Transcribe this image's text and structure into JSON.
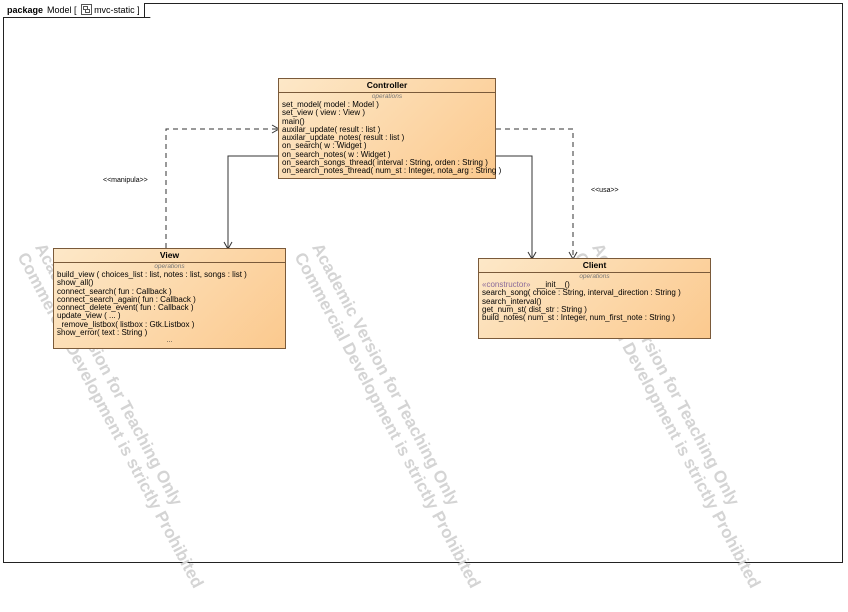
{
  "package": {
    "keyword": "package",
    "name": "Model",
    "diagram_type_icon": "diagram-icon",
    "diagram_name": "mvc-static"
  },
  "watermark": {
    "line1": "Academic Version for Teaching Only",
    "line2": "Commercial Development is strictly Prohibited"
  },
  "section_label": "operations",
  "classes": {
    "controller": {
      "name": "Controller",
      "ops": [
        {
          "n": "set_model( model : Model )"
        },
        {
          "n": "set_view ( view  : View  )"
        },
        {
          "n": "main()"
        },
        {
          "n": "auxilar_update( result : list )"
        },
        {
          "n": "auxilar_update_notes( result : list )"
        },
        {
          "n": "on_search( w : Widget )"
        },
        {
          "n": "on_search_notes( w : Widget )"
        },
        {
          "n": "on_search_songs_thread( interval : String, orden : String )"
        },
        {
          "n": " on_search_notes_thread( num_st : Integer, nota_arg : String )"
        }
      ]
    },
    "view": {
      "name": "View",
      "ops": [
        {
          "n": "build_view ( choices_list : list, notes : list, songs : list )"
        },
        {
          "n": "show_all()"
        },
        {
          "n": "connect_search( fun : Callback )"
        },
        {
          "n": "connect_search_again( fun : Callback )"
        },
        {
          "n": "connect_delete_event( fun : Callback )"
        },
        {
          "n": "update_view ( ... )"
        },
        {
          "n": "_remove_listbox( listbox : Gtk.Listbox )"
        },
        {
          "n": "show_error( text : String )"
        }
      ],
      "more": "..."
    },
    "client": {
      "name": "Client",
      "ctor_stereotype": "«constructor»",
      "ctor": "__init__()",
      "ops": [
        {
          "n": "search_song( choice : String, interval_direction : String )"
        },
        {
          "n": "search_interval()"
        },
        {
          "n": "get_num_st( dist_str : String )"
        },
        {
          "n": "build_notes( num_st : Integer, num_first_note : String )"
        }
      ]
    }
  },
  "relations": {
    "manipula": "<<manipula>>",
    "usa": "<<usa>>"
  }
}
